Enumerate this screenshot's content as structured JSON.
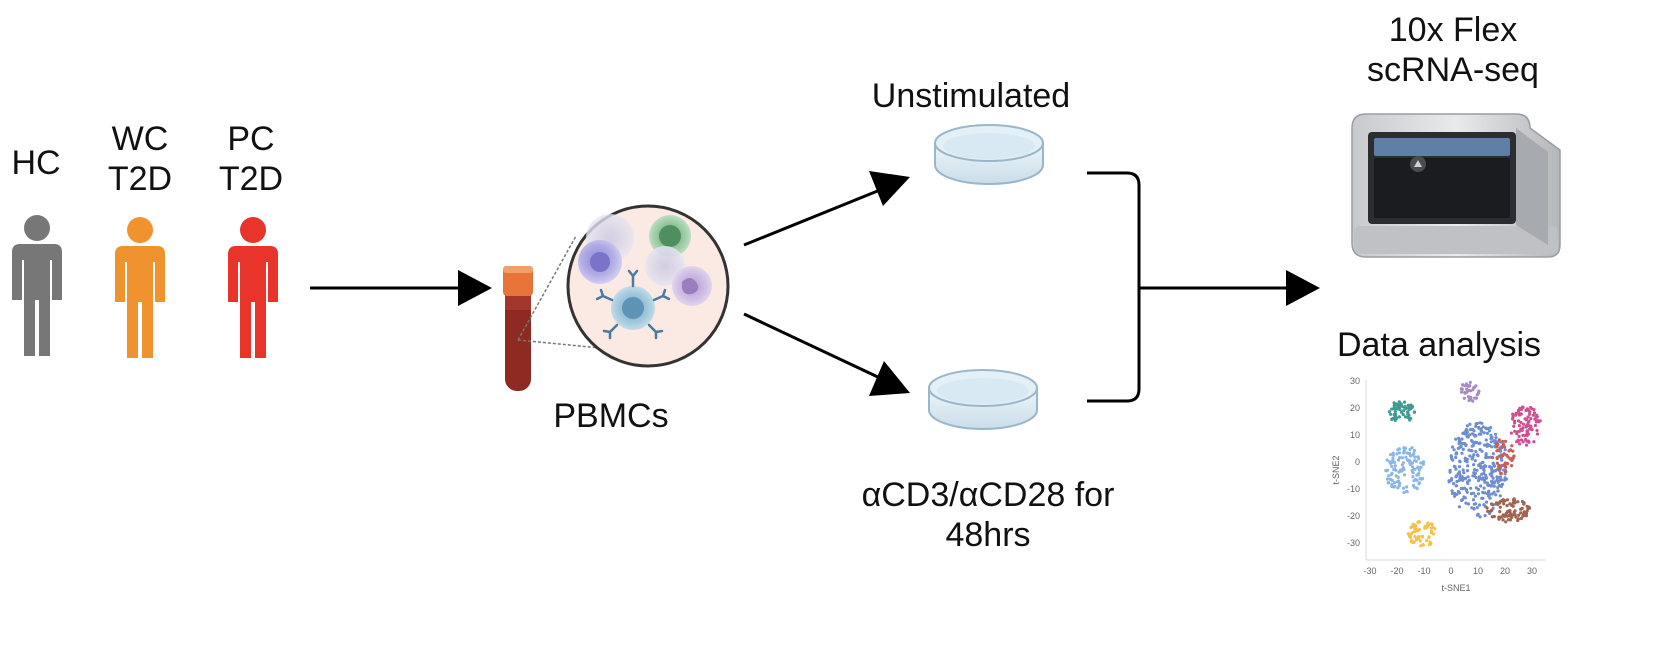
{
  "groups": [
    {
      "label_line1": "HC",
      "label_line2": "",
      "color": "#777777"
    },
    {
      "label_line1": "WC",
      "label_line2": "T2D",
      "color": "#f0922e"
    },
    {
      "label_line1": "PC",
      "label_line2": "T2D",
      "color": "#e8342a"
    }
  ],
  "pbmc": {
    "label": "PBMCs",
    "tube_cap_color": "#e8743a",
    "blood_color": "#8e2a22"
  },
  "conditions": {
    "unstimulated": "Unstimulated",
    "stimulated_line1": "αCD3/αCD28 for",
    "stimulated_line2": "48hrs"
  },
  "sequencing": {
    "line1": "10x Flex",
    "line2": "scRNA-seq"
  },
  "analysis": {
    "label": "Data analysis",
    "xlabel": "t-SNE1",
    "ylabel": "t-SNE2",
    "x_ticks": [
      "-30",
      "-20",
      "-10",
      "0",
      "10",
      "20",
      "30"
    ],
    "y_ticks": [
      "30",
      "20",
      "10",
      "0",
      "-10",
      "-20",
      "-30"
    ],
    "cluster_colors": [
      "#3e9a92",
      "#a98bc4",
      "#d04f92",
      "#6f8ed0",
      "#8bb7e6",
      "#c8605a",
      "#a1634e",
      "#f2c24a"
    ]
  }
}
